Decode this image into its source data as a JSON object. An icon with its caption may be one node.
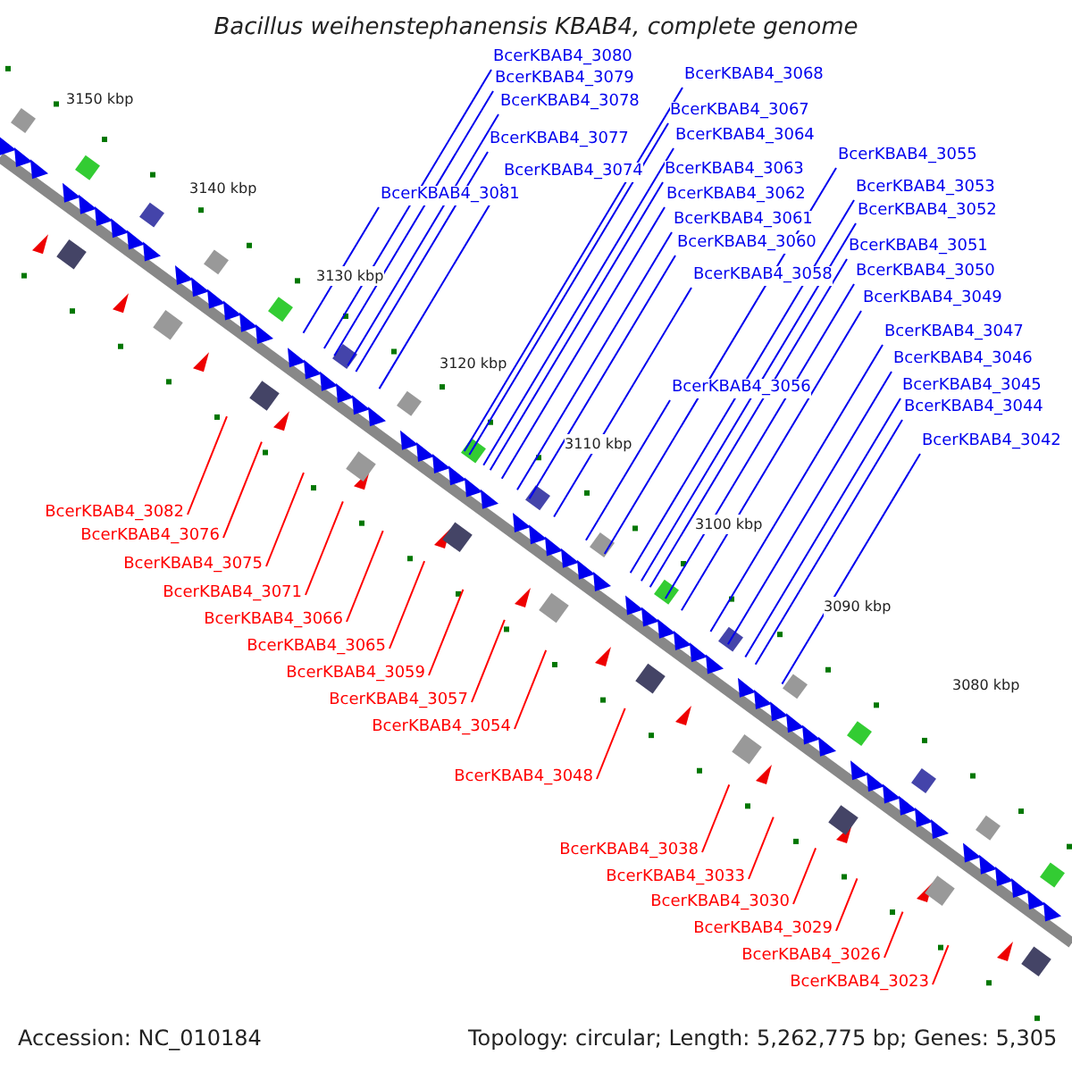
{
  "diagram": {
    "title": "Bacillus weihenstephanensis KBAB4, complete genome",
    "nodes": [
      {
        "text": [
          "BcerKBAB4_3080"
        ]
      },
      {
        "text": [
          "BcerKBAB4_3079"
        ]
      },
      {
        "text": [
          "BcerKBAB4_3078"
        ]
      },
      {
        "text": [
          "BcerKBAB4_3077"
        ]
      },
      {
        "text": [
          "BcerKBAB4_3074"
        ]
      },
      {
        "text": [
          "BcerKBAB4_3081"
        ]
      },
      {
        "text": [
          "BcerKBAB4_3068"
        ]
      },
      {
        "text": [
          "BcerKBAB4_3067"
        ]
      },
      {
        "text": [
          "BcerKBAB4_3064"
        ]
      },
      {
        "text": [
          "BcerKBAB4_3063"
        ]
      },
      {
        "text": [
          "BcerKBAB4_3062"
        ]
      },
      {
        "text": [
          "BcerKBAB4_3061"
        ]
      },
      {
        "text": [
          "BcerKBAB4_3060"
        ]
      },
      {
        "text": [
          "BcerKBAB4_3058"
        ]
      },
      {
        "text": [
          "BcerKBAB4_3056"
        ]
      },
      {
        "text": [
          "BcerKBAB4_3055"
        ]
      },
      {
        "text": [
          "BcerKBAB4_3053"
        ]
      },
      {
        "text": [
          "BcerKBAB4_3052"
        ]
      },
      {
        "text": [
          "BcerKBAB4_3051"
        ]
      },
      {
        "text": [
          "BcerKBAB4_3050"
        ]
      },
      {
        "text": [
          "BcerKBAB4_3049"
        ]
      },
      {
        "text": [
          "BcerKBAB4_3047"
        ]
      },
      {
        "text": [
          "BcerKBAB4_3046"
        ]
      },
      {
        "text": [
          "BcerKBAB4_3045"
        ]
      },
      {
        "text": [
          "BcerKBAB4_3044"
        ]
      },
      {
        "text": [
          "BcerKBAB4_3042"
        ]
      },
      {
        "text": [
          "BcerKBAB4_3082"
        ]
      },
      {
        "text": [
          "BcerKBAB4_3076"
        ]
      },
      {
        "text": [
          "BcerKBAB4_3075"
        ]
      },
      {
        "text": [
          "BcerKBAB4_3071"
        ]
      },
      {
        "text": [
          "BcerKBAB4_3066"
        ]
      },
      {
        "text": [
          "BcerKBAB4_3065"
        ]
      },
      {
        "text": [
          "BcerKBAB4_3059"
        ]
      },
      {
        "text": [
          "BcerKBAB4_3057"
        ]
      },
      {
        "text": [
          "BcerKBAB4_3054"
        ]
      },
      {
        "text": [
          "BcerKBAB4_3048"
        ]
      },
      {
        "text": [
          "BcerKBAB4_3038"
        ]
      },
      {
        "text": [
          "BcerKBAB4_3033"
        ]
      },
      {
        "text": [
          "BcerKBAB4_3030"
        ]
      },
      {
        "text": [
          "BcerKBAB4_3029"
        ]
      },
      {
        "text": [
          "BcerKBAB4_3026"
        ]
      },
      {
        "text": [
          "BcerKBAB4_3023"
        ]
      }
    ],
    "edges": [
      {
        "from": 0,
        "to": null,
        "arrow": "none"
      },
      {
        "from": 1,
        "to": null,
        "arrow": "none"
      },
      {
        "from": 2,
        "to": null,
        "arrow": "none"
      },
      {
        "from": 3,
        "to": null,
        "arrow": "none"
      },
      {
        "from": 4,
        "to": null,
        "arrow": "none"
      },
      {
        "from": 5,
        "to": null,
        "arrow": "none"
      },
      {
        "from": 6,
        "to": null,
        "arrow": "none"
      },
      {
        "from": 7,
        "to": null,
        "arrow": "none"
      },
      {
        "from": 8,
        "to": null,
        "arrow": "none"
      },
      {
        "from": 9,
        "to": null,
        "arrow": "none"
      },
      {
        "from": 10,
        "to": null,
        "arrow": "none"
      },
      {
        "from": 11,
        "to": null,
        "arrow": "none"
      },
      {
        "from": 12,
        "to": null,
        "arrow": "none"
      },
      {
        "from": 13,
        "to": null,
        "arrow": "none"
      },
      {
        "from": 14,
        "to": null,
        "arrow": "none"
      },
      {
        "from": 15,
        "to": null,
        "arrow": "none"
      },
      {
        "from": 16,
        "to": null,
        "arrow": "none"
      },
      {
        "from": 17,
        "to": null,
        "arrow": "none"
      },
      {
        "from": 18,
        "to": null,
        "arrow": "none"
      },
      {
        "from": 19,
        "to": null,
        "arrow": "none"
      },
      {
        "from": 20,
        "to": null,
        "arrow": "none"
      },
      {
        "from": 21,
        "to": null,
        "arrow": "none"
      },
      {
        "from": 22,
        "to": null,
        "arrow": "none"
      },
      {
        "from": 23,
        "to": null,
        "arrow": "none"
      },
      {
        "from": 24,
        "to": null,
        "arrow": "none"
      },
      {
        "from": 25,
        "to": null,
        "arrow": "none"
      },
      {
        "from": 26,
        "to": null,
        "arrow": "none",
        "color": "#ff0000"
      },
      {
        "from": 27,
        "to": null,
        "arrow": "none",
        "color": "#ff0000"
      },
      {
        "from": 28,
        "to": null,
        "arrow": "none",
        "color": "#ff0000"
      },
      {
        "from": 29,
        "to": null,
        "arrow": "none",
        "color": "#ff0000"
      },
      {
        "from": 30,
        "to": null,
        "arrow": "none",
        "color": "#ff0000"
      },
      {
        "from": 31,
        "to": null,
        "arrow": "none",
        "color": "#ff0000"
      },
      {
        "from": 32,
        "to": null,
        "arrow": "none",
        "color": "#ff0000"
      },
      {
        "from": 33,
        "to": null,
        "arrow": "none",
        "color": "#ff0000"
      },
      {
        "from": 34,
        "to": null,
        "arrow": "none",
        "color": "#ff0000"
      },
      {
        "from": 35,
        "to": null,
        "arrow": "none",
        "color": "#ff0000"
      },
      {
        "from": 36,
        "to": null,
        "arrow": "none",
        "color": "#ff0000"
      },
      {
        "from": 37,
        "to": null,
        "arrow": "none",
        "color": "#ff0000"
      },
      {
        "from": 38,
        "to": null,
        "arrow": "none",
        "color": "#ff0000"
      },
      {
        "from": 39,
        "to": null,
        "arrow": "none",
        "color": "#ff0000"
      },
      {
        "from": 40,
        "to": null,
        "arrow": "none",
        "color": "#ff0000"
      },
      {
        "from": 41,
        "to": null,
        "arrow": "none",
        "color": "#ff0000"
      }
    ],
    "labels": [
      "3150 kbp",
      "3140 kbp",
      "3130 kbp",
      "3120 kbp",
      "3110 kbp",
      "3100 kbp",
      "3090 kbp",
      "3080 kbp",
      "Accession: NC_010184",
      "Topology: circular; Length: 5,262,775 bp; Genes: 5,305"
    ]
  }
}
